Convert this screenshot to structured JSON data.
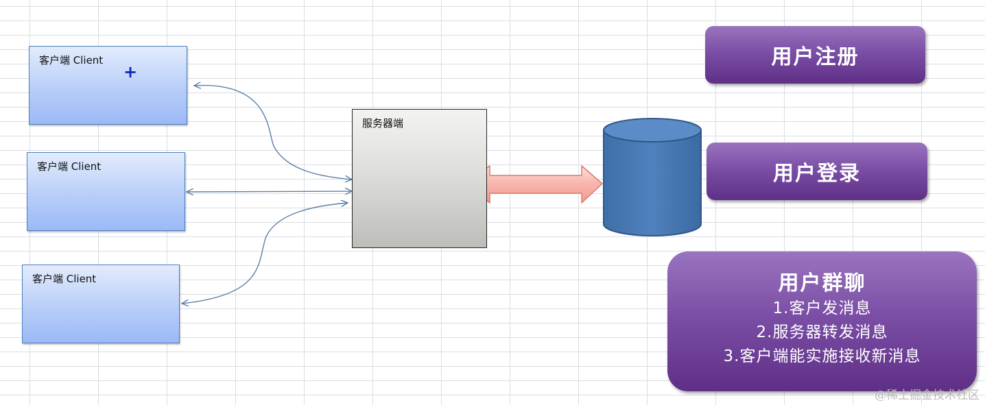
{
  "clients": [
    {
      "label": "客户端 Client"
    },
    {
      "label": "客户端 Client"
    },
    {
      "label": "客户端 Client"
    }
  ],
  "server": {
    "label": "服务器端"
  },
  "features": {
    "register": "用户注册",
    "login": "用户登录",
    "group_chat": {
      "title": "用户群聊",
      "lines": [
        "1.客户发消息",
        "2.服务器转发消息",
        "3.客户端能实施接收新消息"
      ]
    }
  },
  "watermark": "@稀土掘金技术社区",
  "colors": {
    "client_fill": "#b8cef8",
    "server_fill": "#dededb",
    "database_fill": "#4f81bd",
    "feature_fill": "#7b4fa6",
    "arrow_fill": "#f8b8b0",
    "connector": "#5a7fa6"
  },
  "icons": {
    "cursor": "plus-cursor-icon",
    "database": "database-cylinder-icon"
  }
}
